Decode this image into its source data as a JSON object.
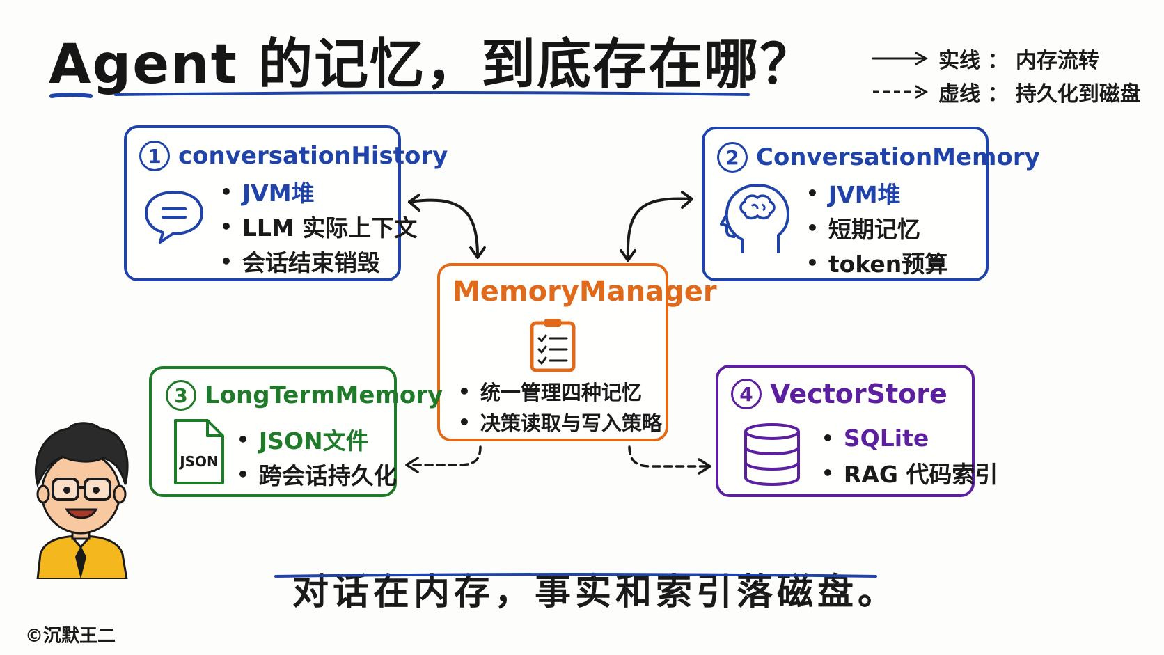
{
  "title": "Agent 的记忆，到底存在哪？",
  "legend": {
    "solid": "实线 ： 内存流转",
    "dashed": "虚线 ： 持久化到磁盘"
  },
  "boxes": {
    "conversation_history": {
      "number": "1",
      "title": "conversationHistory",
      "items": [
        "JVM堆",
        "LLM 实际上下文",
        "会话结束销毁"
      ],
      "icon": "chat-bubble-icon",
      "color": "#1f43a8"
    },
    "conversation_memory": {
      "number": "2",
      "title": "ConversationMemory",
      "items": [
        "JVM堆",
        "短期记忆",
        "token预算"
      ],
      "icon": "brain-head-icon",
      "color": "#1f43a8"
    },
    "memory_manager": {
      "title": "MemoryManager",
      "items": [
        "统一管理四种记忆",
        "决策读取与写入策略"
      ],
      "icon": "clipboard-icon",
      "color": "#e06a1a"
    },
    "long_term_memory": {
      "number": "3",
      "title": "LongTermMemory",
      "items": [
        "JSON文件",
        "跨会话持久化"
      ],
      "icon": "json-file-icon",
      "icon_text": "JSON",
      "color": "#1f7a2a"
    },
    "vector_store": {
      "number": "4",
      "title": "VectorStore",
      "items": [
        "SQLite",
        "RAG 代码索引"
      ],
      "icon": "database-icon",
      "color": "#5b1fa0"
    }
  },
  "footer": "对话在内存，事实和索引落磁盘。",
  "copyright": "©沉默王二"
}
